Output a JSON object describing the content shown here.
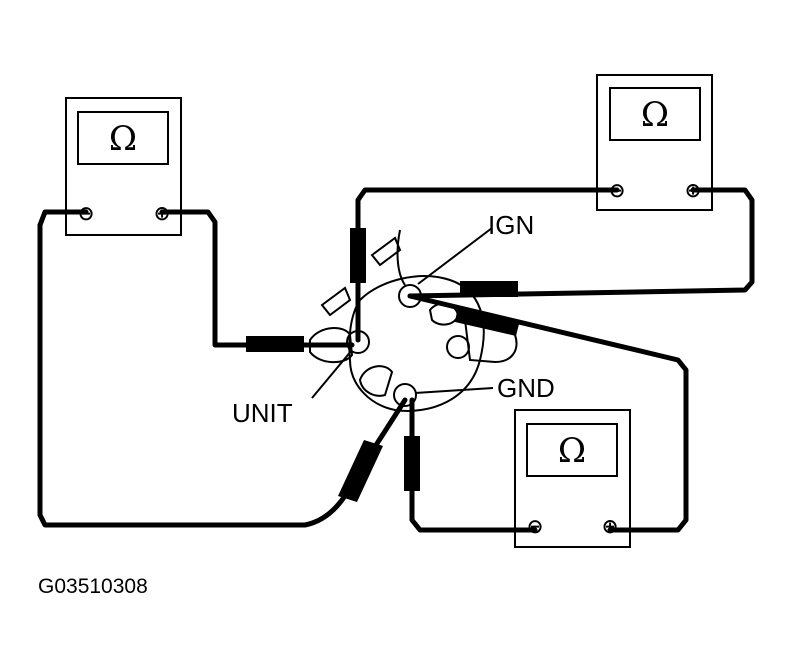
{
  "meters": [
    {
      "id": "left",
      "symbol": "Ω",
      "neg": "⊖",
      "pos": "⊕"
    },
    {
      "id": "top-right",
      "symbol": "Ω",
      "neg": "⊖",
      "pos": "⊕"
    },
    {
      "id": "bottom-right",
      "symbol": "Ω",
      "neg": "⊖",
      "pos": "⊕"
    }
  ],
  "labels": {
    "ign": "IGN",
    "unit": "UNIT",
    "gnd": "GND"
  },
  "figure_id": "G03510308",
  "colors": {
    "line": "#000000",
    "background": "#ffffff"
  }
}
